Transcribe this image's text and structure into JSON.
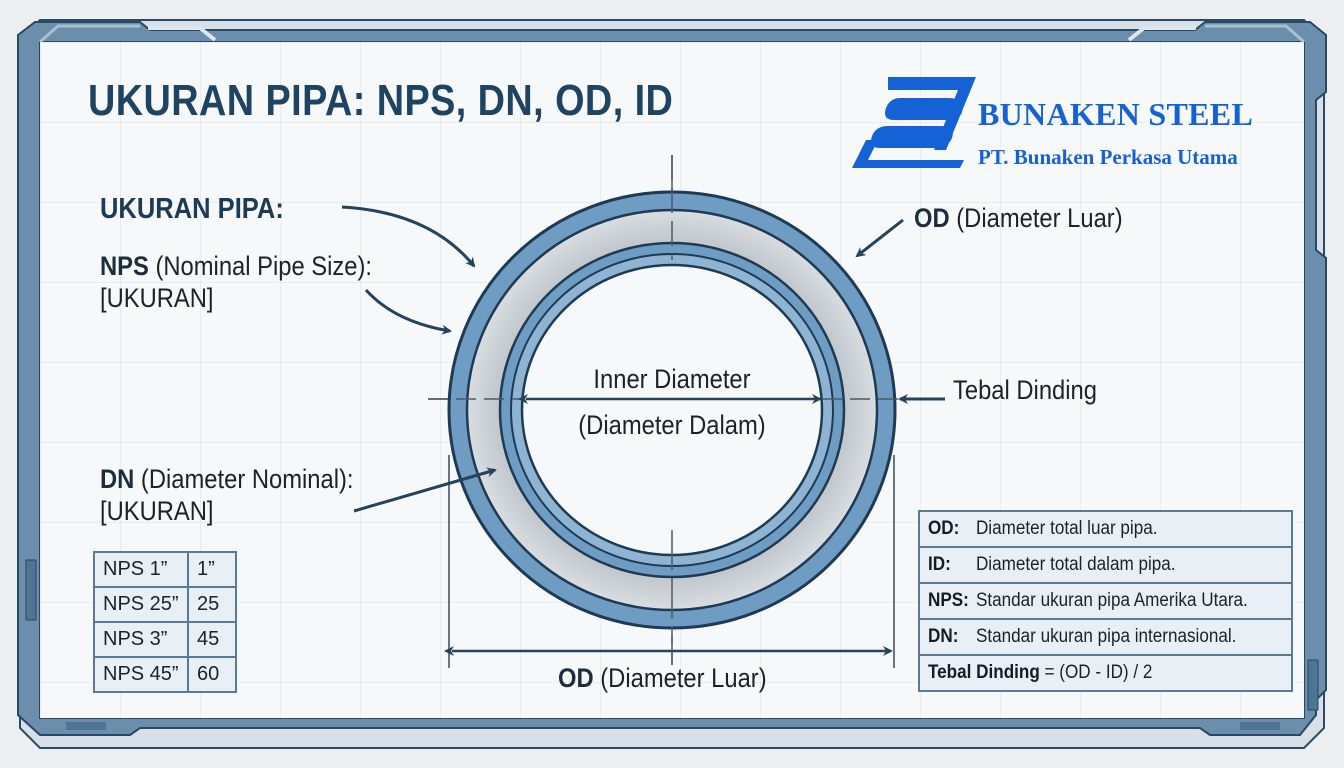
{
  "title": "UKURAN PIPA: NPS, DN, OD, ID",
  "brand": {
    "name": "BUNAKEN STEEL",
    "subtitle": "PT. Bunaken Perkasa Utama",
    "logo_icon": "bunaken-steel-logo",
    "color": "#1562d6"
  },
  "left_labels": {
    "heading": "UKURAN PIPA:",
    "nps": {
      "abbr": "NPS",
      "desc": "(Nominal Pipe Size):",
      "value": "[UKURAN]"
    },
    "dn": {
      "abbr": "DN",
      "desc": "(Diameter Nominal):",
      "value": "[UKURAN]"
    }
  },
  "diagram_labels": {
    "inner_line1": "Inner Diameter",
    "inner_line2": "(Diameter Dalam)",
    "od_top_abbr": "OD",
    "od_top_desc": "(Diameter Luar)",
    "wall": "Tebal Dinding",
    "od_bottom_abbr": "OD",
    "od_bottom_desc": "(Diameter Luar)"
  },
  "nps_table": {
    "rows": [
      [
        "NPS 1”",
        "1”"
      ],
      [
        "NPS 25”",
        "25"
      ],
      [
        "NPS 3”",
        "45"
      ],
      [
        "NPS 45”",
        "60"
      ]
    ]
  },
  "legend": {
    "rows": [
      {
        "key": "OD:",
        "text": "Diameter total luar pipa."
      },
      {
        "key": "ID:",
        "text": "Diameter total dalam pipa."
      },
      {
        "key": "NPS:",
        "text": "Standar ukuran pipa Amerika Utara."
      },
      {
        "key": "DN:",
        "text": "Standar ukuran pipa internasional."
      }
    ],
    "formula_key": "Tebal Dinding",
    "formula_text": "= (OD - ID) / 2"
  },
  "colors": {
    "title": "#1f4463",
    "frame": "#5e83a3",
    "pipe_blue": "#6f9cc2",
    "pipe_steel": "#c9ced3",
    "line": "#1e3a55"
  }
}
